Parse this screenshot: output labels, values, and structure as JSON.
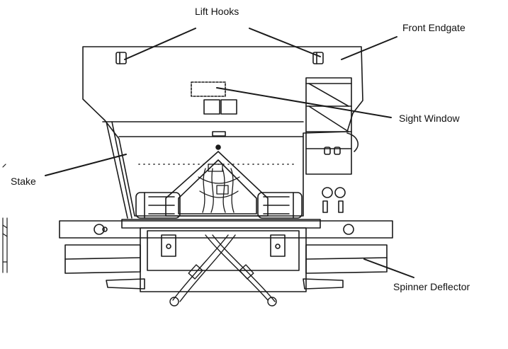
{
  "diagram": {
    "labels": {
      "lift_hooks": "Lift Hooks",
      "front_endgate": "Front Endgate",
      "sight_window": "Sight Window",
      "stake": "Stake",
      "spinner_deflector": "Spinner Deflector"
    }
  }
}
